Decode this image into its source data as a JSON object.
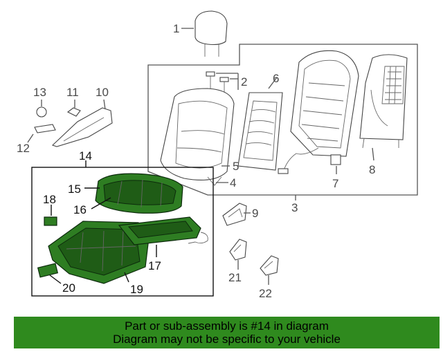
{
  "callouts": {
    "c1": "1",
    "c2": "2",
    "c3": "3",
    "c4": "4",
    "c5": "5",
    "c6": "6",
    "c7": "7",
    "c8": "8",
    "c9": "9",
    "c10": "10",
    "c11": "11",
    "c12": "12",
    "c13": "13",
    "c14": "14",
    "c15": "15",
    "c16": "16",
    "c17": "17",
    "c18": "18",
    "c19": "19",
    "c20": "20",
    "c21": "21",
    "c22": "22"
  },
  "banner": {
    "line1": "Part or sub-assembly is #14 in diagram",
    "line2": "Diagram may not be specific to your vehicle"
  },
  "colors": {
    "highlight": "#2f8a1e",
    "line": "#555555"
  }
}
